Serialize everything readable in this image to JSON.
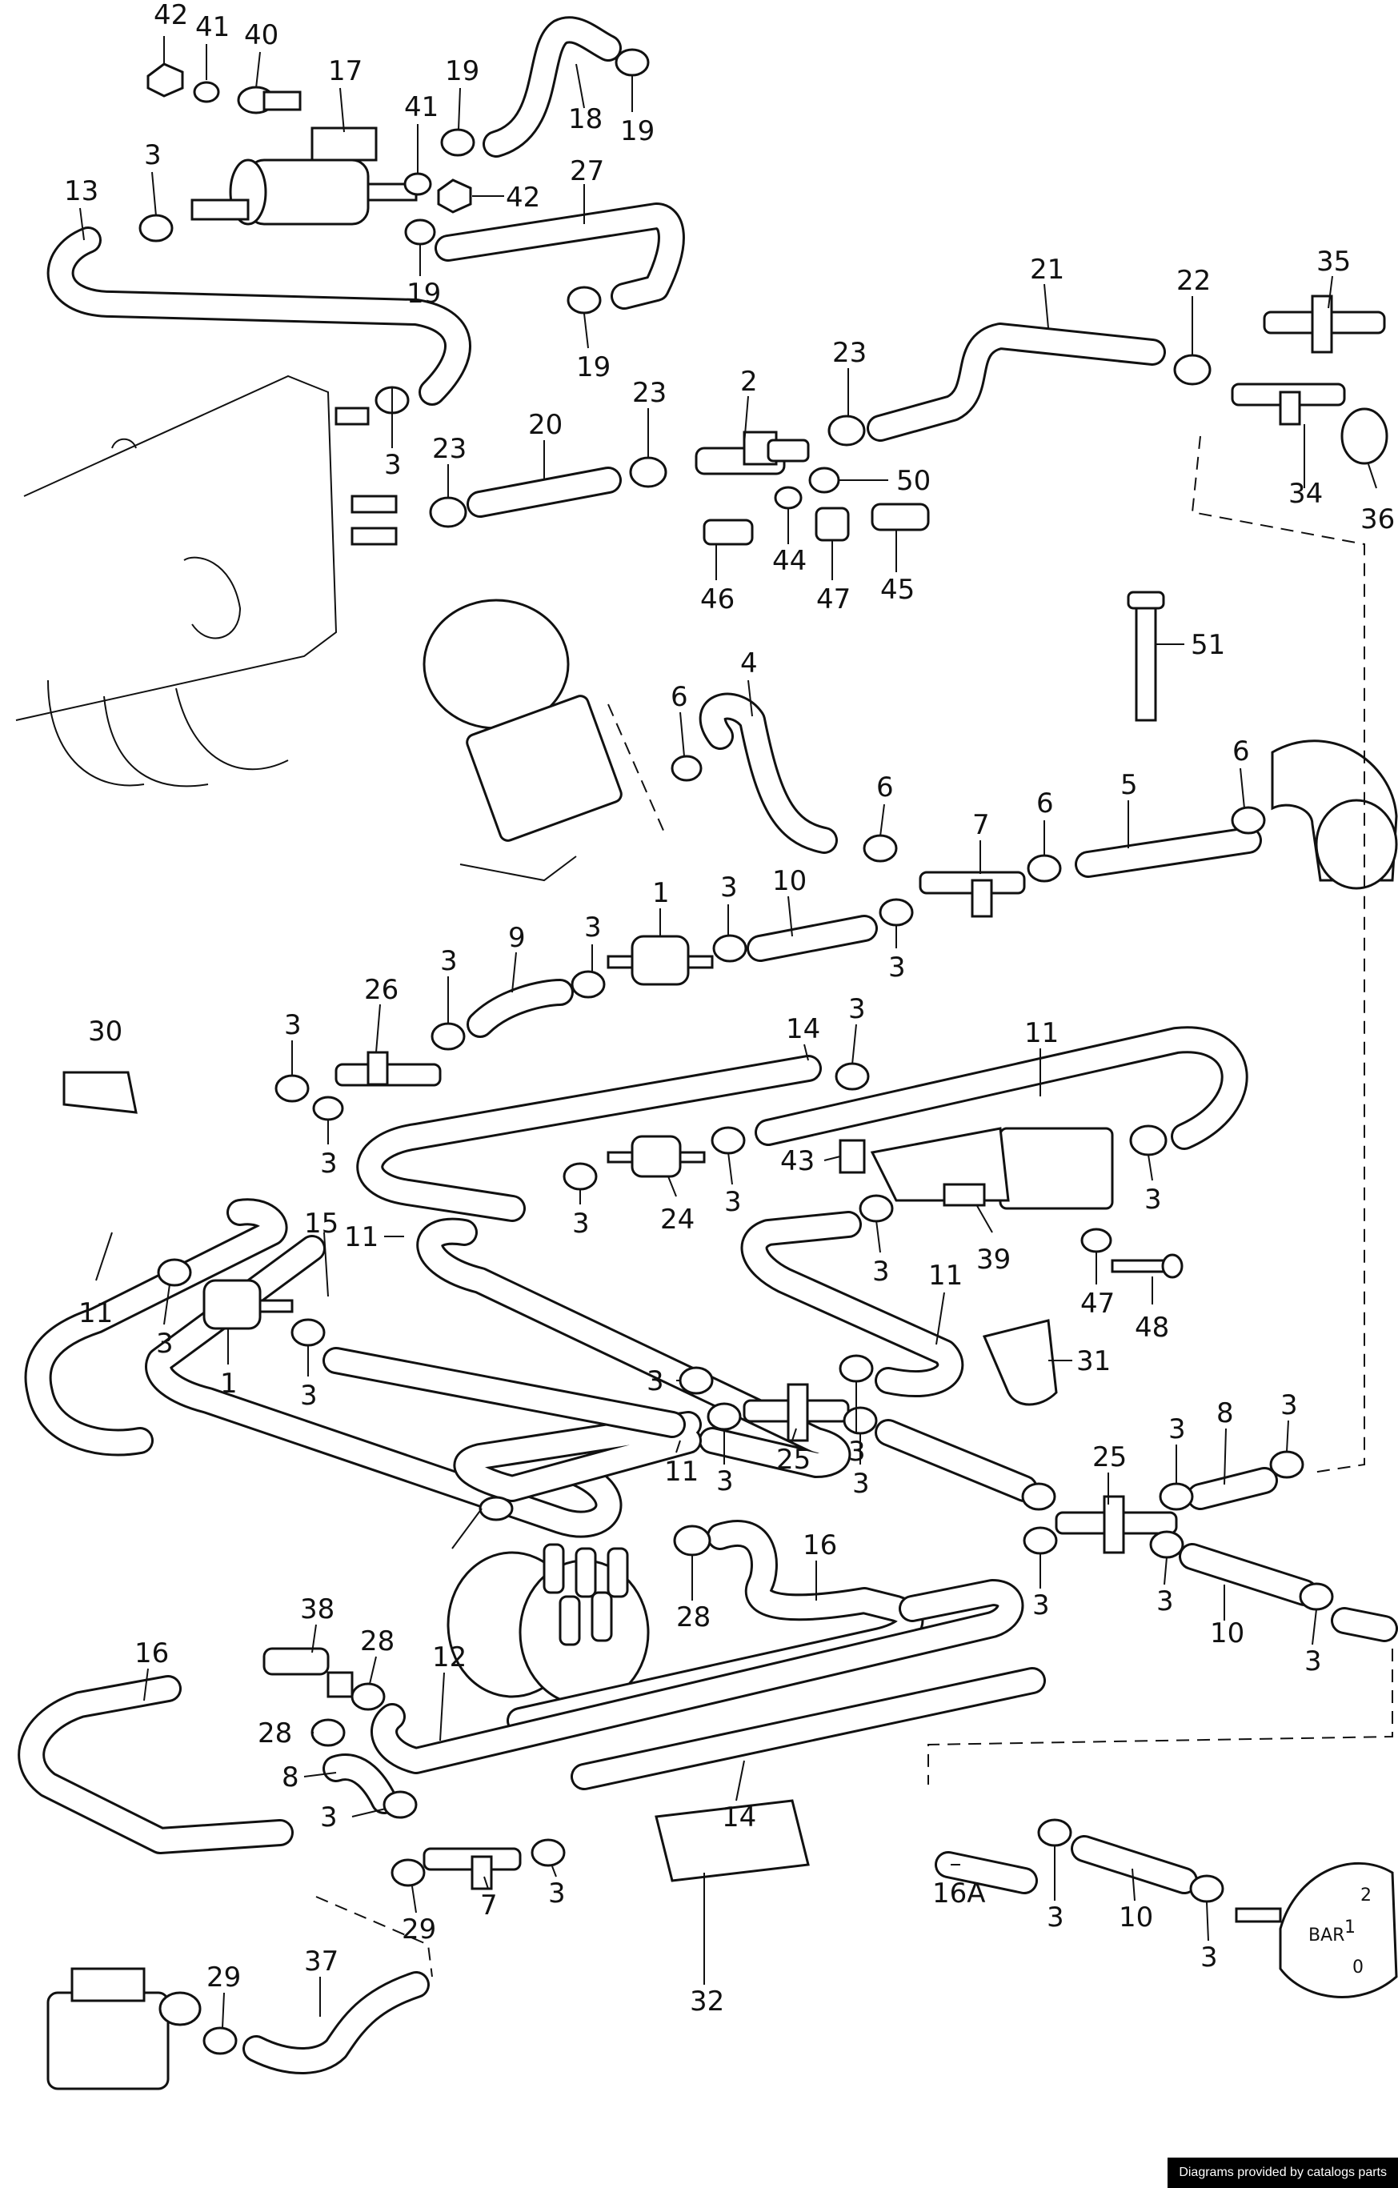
{
  "labels": [
    {
      "id": "42",
      "text": "42"
    },
    {
      "id": "41",
      "text": "41"
    },
    {
      "id": "40",
      "text": "40"
    },
    {
      "id": "17",
      "text": "17"
    },
    {
      "id": "19a",
      "text": "19"
    },
    {
      "id": "18",
      "text": "18"
    },
    {
      "id": "19b",
      "text": "19"
    },
    {
      "id": "3a",
      "text": "3"
    },
    {
      "id": "13",
      "text": "13"
    },
    {
      "id": "41b",
      "text": "41"
    },
    {
      "id": "42b",
      "text": "42"
    },
    {
      "id": "27",
      "text": "27"
    },
    {
      "id": "19c",
      "text": "19"
    },
    {
      "id": "19d",
      "text": "19"
    },
    {
      "id": "21",
      "text": "21"
    },
    {
      "id": "22",
      "text": "22"
    },
    {
      "id": "35",
      "text": "35"
    },
    {
      "id": "23a",
      "text": "23"
    },
    {
      "id": "2",
      "text": "2"
    },
    {
      "id": "23b",
      "text": "23"
    },
    {
      "id": "20",
      "text": "20"
    },
    {
      "id": "23c",
      "text": "23"
    },
    {
      "id": "3b",
      "text": "3"
    },
    {
      "id": "50",
      "text": "50"
    },
    {
      "id": "34",
      "text": "34"
    },
    {
      "id": "36",
      "text": "36"
    },
    {
      "id": "44",
      "text": "44"
    },
    {
      "id": "46",
      "text": "46"
    },
    {
      "id": "47a",
      "text": "47"
    },
    {
      "id": "45",
      "text": "45"
    },
    {
      "id": "51",
      "text": "51"
    },
    {
      "id": "4",
      "text": "4"
    },
    {
      "id": "6a",
      "text": "6"
    },
    {
      "id": "6b",
      "text": "6"
    },
    {
      "id": "6c",
      "text": "6"
    },
    {
      "id": "5",
      "text": "5"
    },
    {
      "id": "6d",
      "text": "6"
    },
    {
      "id": "7a",
      "text": "7"
    },
    {
      "id": "1a",
      "text": "1"
    },
    {
      "id": "3c",
      "text": "3"
    },
    {
      "id": "10a",
      "text": "10"
    },
    {
      "id": "3d",
      "text": "3"
    },
    {
      "id": "9",
      "text": "9"
    },
    {
      "id": "3e",
      "text": "3"
    },
    {
      "id": "26",
      "text": "26"
    },
    {
      "id": "3f",
      "text": "3"
    },
    {
      "id": "30",
      "text": "30"
    },
    {
      "id": "3g",
      "text": "3"
    },
    {
      "id": "14a",
      "text": "14"
    },
    {
      "id": "3h",
      "text": "3"
    },
    {
      "id": "11a",
      "text": "11"
    },
    {
      "id": "3i",
      "text": "3"
    },
    {
      "id": "43",
      "text": "43"
    },
    {
      "id": "3j",
      "text": "3"
    },
    {
      "id": "3k",
      "text": "3"
    },
    {
      "id": "24",
      "text": "24"
    },
    {
      "id": "3l",
      "text": "3"
    },
    {
      "id": "3m",
      "text": "3"
    },
    {
      "id": "39",
      "text": "39"
    },
    {
      "id": "11b",
      "text": "11"
    },
    {
      "id": "15",
      "text": "15"
    },
    {
      "id": "11c",
      "text": "11"
    },
    {
      "id": "47b",
      "text": "47"
    },
    {
      "id": "48",
      "text": "48"
    },
    {
      "id": "11d",
      "text": "11"
    },
    {
      "id": "3n",
      "text": "3"
    },
    {
      "id": "1b",
      "text": "1"
    },
    {
      "id": "3o",
      "text": "3"
    },
    {
      "id": "31",
      "text": "31"
    },
    {
      "id": "3p",
      "text": "3"
    },
    {
      "id": "11e",
      "text": "11"
    },
    {
      "id": "3q",
      "text": "3"
    },
    {
      "id": "25a",
      "text": "25"
    },
    {
      "id": "3r",
      "text": "3"
    },
    {
      "id": "3s",
      "text": "3"
    },
    {
      "id": "8a",
      "text": "8"
    },
    {
      "id": "3t",
      "text": "3"
    },
    {
      "id": "25b",
      "text": "25"
    },
    {
      "id": "3u",
      "text": "3"
    },
    {
      "id": "28a",
      "text": "28"
    },
    {
      "id": "16a",
      "text": "16"
    },
    {
      "id": "3v",
      "text": "3"
    },
    {
      "id": "3w",
      "text": "3"
    },
    {
      "id": "10b",
      "text": "10"
    },
    {
      "id": "3x",
      "text": "3"
    },
    {
      "id": "38",
      "text": "38"
    },
    {
      "id": "28b",
      "text": "28"
    },
    {
      "id": "16b",
      "text": "16"
    },
    {
      "id": "12",
      "text": "12"
    },
    {
      "id": "28c",
      "text": "28"
    },
    {
      "id": "8b",
      "text": "8"
    },
    {
      "id": "3y",
      "text": "3"
    },
    {
      "id": "14b",
      "text": "14"
    },
    {
      "id": "7b",
      "text": "7"
    },
    {
      "id": "3z",
      "text": "3"
    },
    {
      "id": "29a",
      "text": "29"
    },
    {
      "id": "16A",
      "text": "16A"
    },
    {
      "id": "3aa",
      "text": "3"
    },
    {
      "id": "10c",
      "text": "10"
    },
    {
      "id": "3ab",
      "text": "3"
    },
    {
      "id": "37",
      "text": "37"
    },
    {
      "id": "29b",
      "text": "29"
    },
    {
      "id": "32",
      "text": "32"
    }
  ],
  "gauge": {
    "scale_top": "2",
    "scale_mid": "1",
    "scale_bot": "0",
    "unit": "BAR"
  },
  "credit": "Diagrams provided by catalogs parts"
}
